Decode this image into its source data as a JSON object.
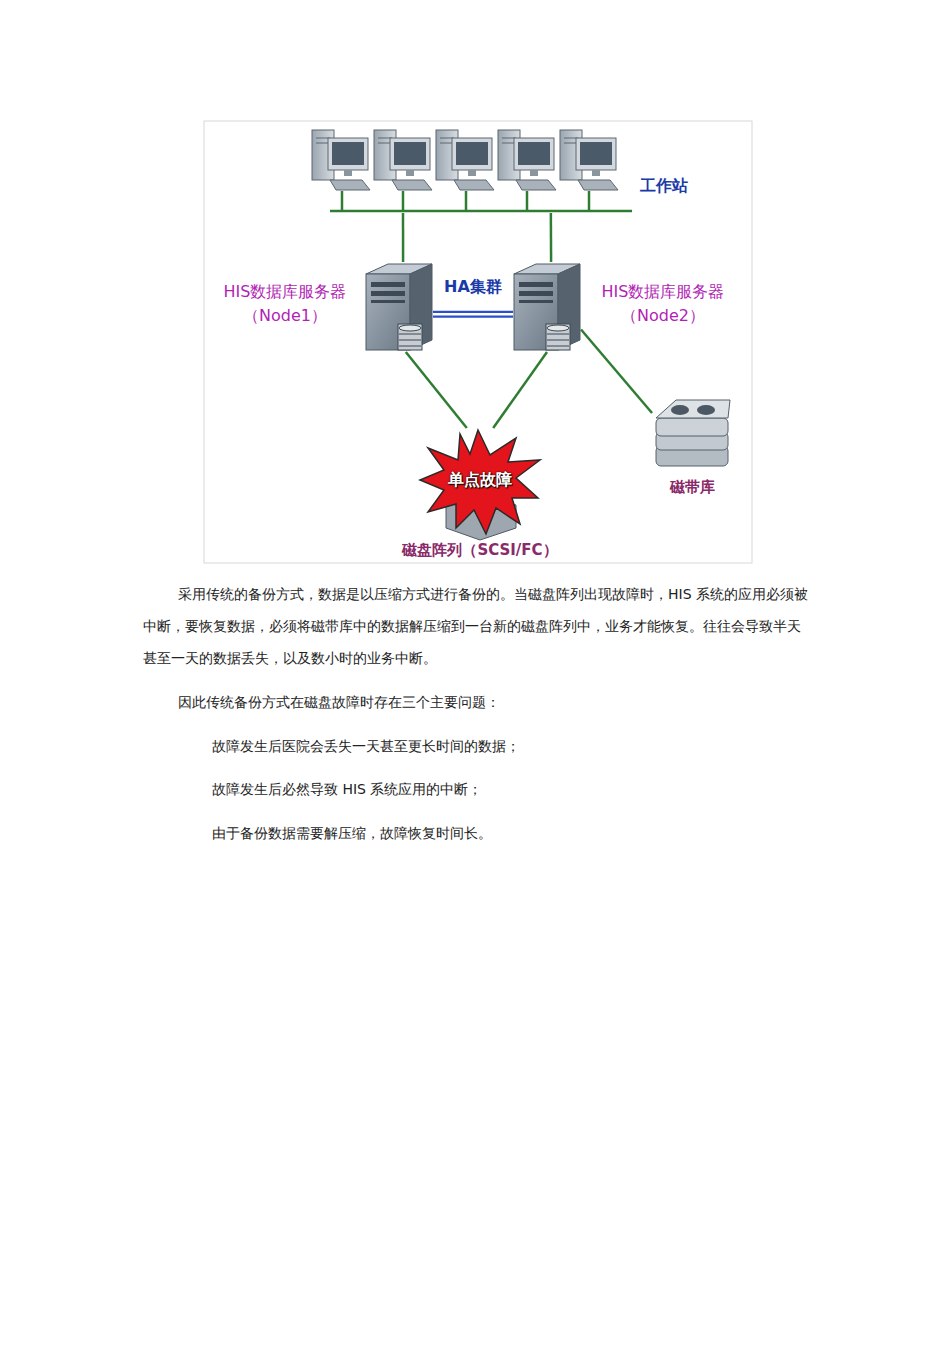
{
  "diagram": {
    "nodes": [
      {
        "text": [
          "工作站"
        ]
      },
      {
        "text": [
          "HIS数据库服务器 （Node1）"
        ]
      },
      {
        "text": [
          "HIS数据库服务器 （Node2）"
        ]
      },
      {
        "text": [
          "单点故障",
          "磁盘阵列（SCSI/FC）"
        ]
      },
      {
        "text": [
          "磁带库"
        ]
      }
    ],
    "edges": [
      {
        "from": 0,
        "to": 1,
        "arrow": "none"
      },
      {
        "from": 0,
        "to": 2,
        "arrow": "none"
      },
      {
        "from": 1,
        "to": 2,
        "label": "HA集群",
        "arrow": "none"
      },
      {
        "from": 1,
        "to": 3,
        "arrow": "none"
      },
      {
        "from": 2,
        "to": 3,
        "arrow": "none"
      },
      {
        "from": 2,
        "to": 4,
        "arrow": "none"
      }
    ],
    "labels": [
      "采用传统的备份方式，数据是以压缩方式进行备份的。当磁盘阵列出现故障时，HIS 系统的应用必须被中断，要恢复数据，必须将磁带库中的数据解压缩到一台新的磁盘阵列中，业务才能恢复。往往会导致半天甚至一天的数据丢失，以及数小时的业务中断。",
      "因此传统备份方式在磁盘故障时存在三个主要问题：",
      "故障发生后医院会丢失一天甚至更长时间的数据；",
      "故障发生后必然导致 HIS 系统应用的中断；",
      "由于备份数据需要解压缩，故障恢复时间长。"
    ]
  }
}
